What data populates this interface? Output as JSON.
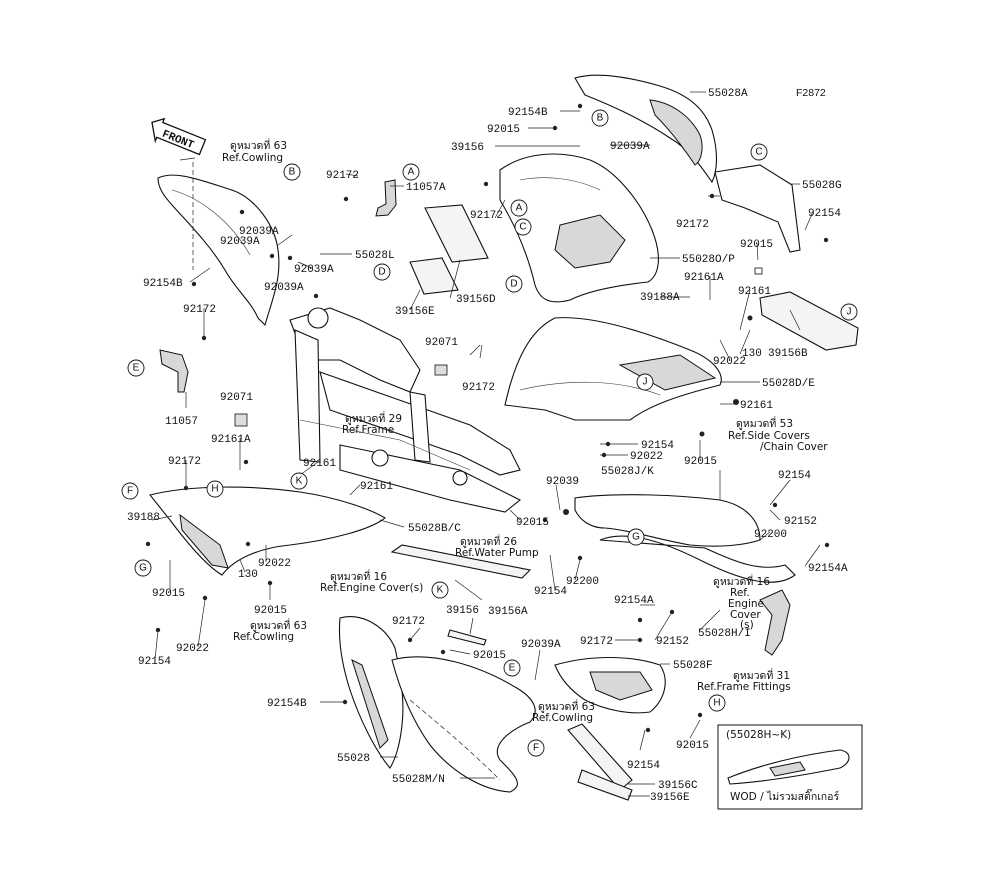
{
  "diagram_code": "F2872",
  "front_label": "FRONT",
  "labels": {
    "55028A": "55028A",
    "92154B_top": "92154B",
    "92015_top": "92015",
    "39156": "39156",
    "92039A_top": "92039A",
    "55028G": "55028G",
    "92172_c": "92172",
    "92154_right": "92154",
    "92015_right": "92015",
    "55028O_P": "55028O/P",
    "92172_mid": "92172",
    "39156D": "39156D",
    "39156E_left": "39156E",
    "92161A_right": "92161A",
    "39188A": "39188A",
    "92161_right": "92161",
    "92022_right": "92022",
    "130_right": "130",
    "39156B": "39156B",
    "55028D_E": "55028D/E",
    "92161_mid": "92161",
    "92071_right": "92071",
    "92172_frame": "92172",
    "92154_mid": "92154",
    "92022_mid": "92022",
    "92015_mid": "92015",
    "55028J_K": "55028J/K",
    "92039": "92039",
    "92154_far": "92154",
    "92152_right": "92152",
    "92200_right": "92200",
    "92154A_right": "92154A",
    "11057A": "11057A",
    "92172_top_left": "92172",
    "92039A_l1": "92039A",
    "92039A_l2": "92039A",
    "92039A_l3": "92039A",
    "92039A_l4": "92039A",
    "55028L": "55028L",
    "92154B_left": "92154B",
    "92172_left": "92172",
    "11057": "11057",
    "92071_left": "92071",
    "92161A_left": "92161A",
    "92172_lower_left": "92172",
    "92161_left": "92161",
    "92161_center": "92161",
    "39188": "39188",
    "55028B_C": "55028B/C",
    "92015_center": "92015",
    "92022_left": "92022",
    "130_left": "130",
    "92015_left": "92015",
    "92015_left2": "92015",
    "92022_left2": "92022",
    "92154_left": "92154",
    "92154_center": "92154",
    "92200_center": "92200",
    "39156A": "39156A",
    "92154A_center": "92154A",
    "92152_center": "92152",
    "55028H_I": "55028H/I",
    "39156_lower": "39156",
    "92172_lower": "92172",
    "92015_lower": "92015",
    "92039A_lower": "92039A",
    "92172_lower_right": "92172",
    "55028F": "55028F",
    "92154B_lower": "92154B",
    "55028": "55028",
    "55028M_N": "55028M/N",
    "39156C": "39156C",
    "39156E_lower": "39156E",
    "92154_lower": "92154",
    "92015_lower_right": "92015",
    "inset_title": "(55028H~K)",
    "inset_caption": "WOD / ไม่รวมสติ๊กเกอร์"
  },
  "refs": {
    "cowling_top_1": "ดูหมวดที่ 63",
    "cowling_top_2": "Ref.Cowling",
    "frame_1": "ดูหมวดที่ 29",
    "frame_2": "Ref.Frame",
    "side_covers_1": "ดูหมวดที่ 53",
    "side_covers_2": "Ref.Side Covers",
    "side_covers_3": "/Chain Cover",
    "water_pump_1": "ดูหมวดที่ 26",
    "water_pump_2": "Ref.Water Pump",
    "engine_left_1": "ดูหมวดที่ 16",
    "engine_left_2": "Ref.Engine Cover(s)",
    "engine_right_1": "ดูหมวดที่ 16",
    "engine_right_2": "Ref.",
    "engine_right_3": "Engine",
    "engine_right_4": "Cover",
    "engine_right_5": "(s)",
    "cowling_mid_1": "ดูหมวดที่ 63",
    "cowling_mid_2": "Ref.Cowling",
    "cowling_low_1": "ดูหมวดที่ 63",
    "cowling_low_2": "Ref.Cowling",
    "frame_fittings_1": "ดูหมวดที่ 31",
    "frame_fittings_2": "Ref.Frame Fittings"
  },
  "callouts": {
    "B_top": "B",
    "C_top": "C",
    "A_top": "A",
    "C_mid": "C",
    "D_mid": "D",
    "A_left": "A",
    "B_left": "B",
    "D_left": "D",
    "E_left": "E",
    "J_right": "J",
    "J_mid": "J",
    "F_left": "F",
    "H_left": "H",
    "K_left": "K",
    "G_left": "G",
    "G_right": "G",
    "K_center": "K",
    "E_lower": "E",
    "F_lower": "F",
    "H_lower": "H"
  }
}
